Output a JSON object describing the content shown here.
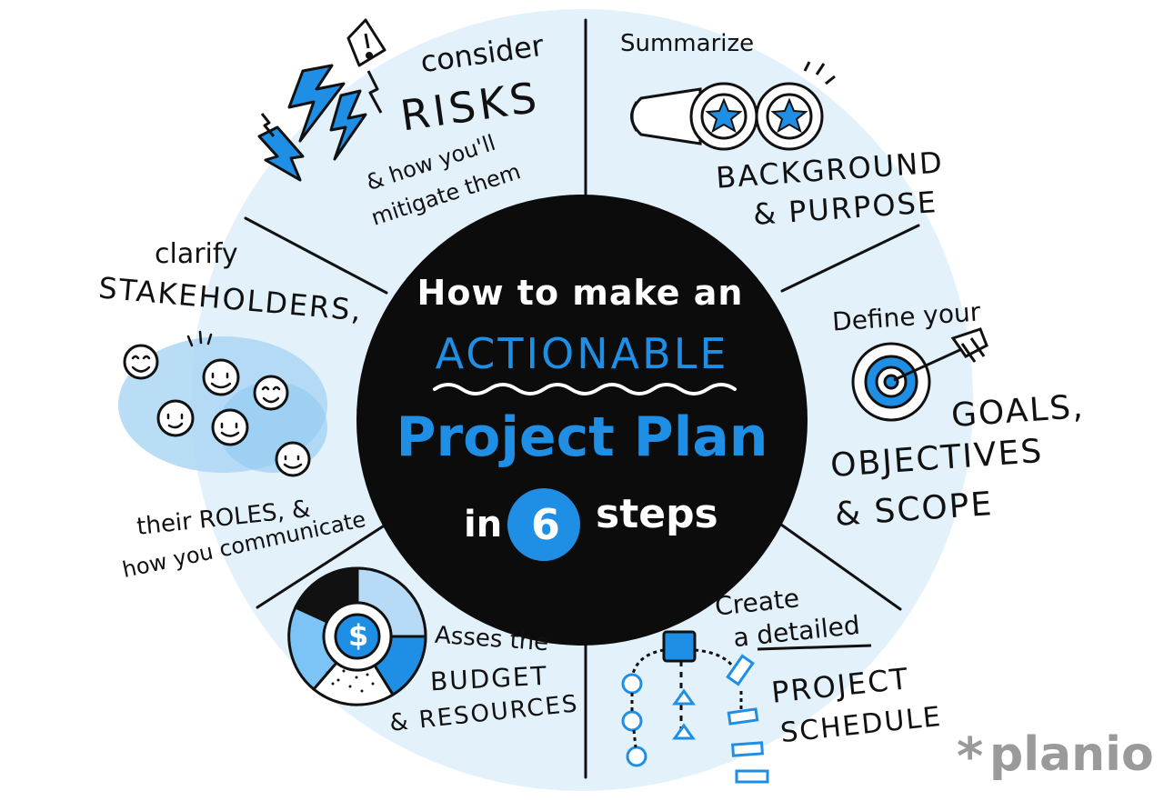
{
  "title": {
    "line1": "How to make an",
    "line2": "ACTIONABLE",
    "line3": "Project Plan",
    "line4_pre": "in",
    "line4_num": "6",
    "line4_post": "steps"
  },
  "steps": {
    "risks": {
      "verb": "consider",
      "main": "RISKS",
      "sub1": "& how you'll",
      "sub2": "mitigate them"
    },
    "background": {
      "verb": "Summarize",
      "main1": "BACKGROUND",
      "main2": "& PURPOSE"
    },
    "goals": {
      "verb": "Define your",
      "main1": "GOALS,",
      "main2": "OBJECTIVES",
      "main3": "& SCOPE"
    },
    "schedule": {
      "verb1": "Create",
      "verb2": "a detailed",
      "main1": "PROJECT",
      "main2": "SCHEDULE"
    },
    "budget": {
      "verb": "Asses the",
      "main1": "BUDGET",
      "main2": "& RESOURCES"
    },
    "stakeholders": {
      "verb": "clarify",
      "main": "STAKEHOLDERS,",
      "sub1": "their ROLES, &",
      "sub2": "how you communicate"
    }
  },
  "budget_icon_symbol": "$",
  "brand": {
    "name": "planio",
    "mark": "*"
  },
  "colors": {
    "accent": "#1f8fe6",
    "accent_light": "#7cc4f5",
    "wash": "#d9ecfa",
    "wash_dark": "#b7dbf6",
    "center": "#0c0c0c",
    "ink": "#111111",
    "brand_gray": "#9a9a9a"
  }
}
